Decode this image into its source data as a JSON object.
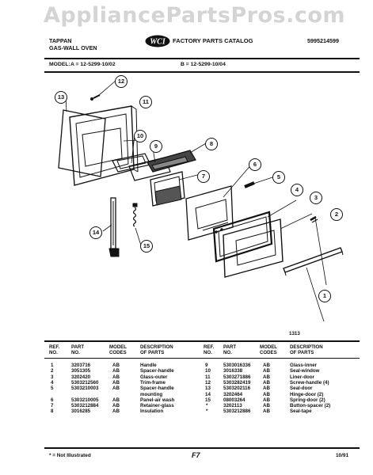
{
  "watermark": "AppliancePartsPros.com",
  "header": {
    "brand": "TAPPAN",
    "product": "GAS-WALL OVEN",
    "logo": "WCI",
    "catalog_title": "FACTORY PARTS CATALOG",
    "catalog_number": "5995214599"
  },
  "model_line": {
    "label": "MODEL:",
    "model_a": "A = 12-5299-10/02",
    "model_b": "B = 12-5299-10/04"
  },
  "diagram": {
    "figure_number": "1313",
    "callouts": [
      "1",
      "2",
      "3",
      "4",
      "5",
      "6",
      "7",
      "8",
      "9",
      "10",
      "11",
      "12",
      "13",
      "14",
      "15"
    ]
  },
  "table": {
    "headers": {
      "ref": [
        "REF.",
        "NO."
      ],
      "part": [
        "PART",
        "NO."
      ],
      "model": [
        "MODEL",
        "CODES"
      ],
      "desc": [
        "DESCRIPTION",
        "OF PARTS"
      ]
    },
    "left_rows": [
      {
        "ref": "1",
        "part": "3203716",
        "code": "AB",
        "desc": "Handle",
        "desc2": ""
      },
      {
        "ref": "2",
        "part": "3051305",
        "code": "AB",
        "desc": "Spacer-handle",
        "desc2": ""
      },
      {
        "ref": "3",
        "part": "3202420",
        "code": "AB",
        "desc": "Glass-outer",
        "desc2": ""
      },
      {
        "ref": "4",
        "part": "5303212560",
        "code": "AB",
        "desc": "Trim-frame",
        "desc2": ""
      },
      {
        "ref": "5",
        "part": "5303210003",
        "code": "AB",
        "desc": "Spacer-handle",
        "desc2": "mounting"
      },
      {
        "ref": "6",
        "part": "5303210005",
        "code": "AB",
        "desc": "Panel-air wash",
        "desc2": ""
      },
      {
        "ref": "7",
        "part": "5303212884",
        "code": "AB",
        "desc": "Retainer-glass",
        "desc2": ""
      },
      {
        "ref": "8",
        "part": "3016285",
        "code": "AB",
        "desc": "Insulation",
        "desc2": ""
      }
    ],
    "right_rows": [
      {
        "ref": "9",
        "part": "5303016336",
        "code": "AB",
        "desc": "Glass-inner"
      },
      {
        "ref": "10",
        "part": "3016338",
        "code": "AB",
        "desc": "Seal-window"
      },
      {
        "ref": "11",
        "part": "5303271886",
        "code": "AB",
        "desc": "Liner-door"
      },
      {
        "ref": "12",
        "part": "5303282419",
        "code": "AB",
        "desc": "Screw-handle (4)"
      },
      {
        "ref": "13",
        "part": "5303202116",
        "code": "AB",
        "desc": "Seal-door"
      },
      {
        "ref": "14",
        "part": "3202464",
        "code": "AB",
        "desc": "Hinge-door (2)"
      },
      {
        "ref": "15",
        "part": "08003264",
        "code": "AB",
        "desc": "Spring-door (2)"
      },
      {
        "ref": "*",
        "part": "3202113",
        "code": "AB",
        "desc": "Button-spacer (2)"
      },
      {
        "ref": "*",
        "part": "5303212886",
        "code": "AB",
        "desc": "Seal-tape"
      }
    ]
  },
  "footer": {
    "note": "* = Not Illustrated",
    "page": "F7",
    "date": "10/91"
  }
}
